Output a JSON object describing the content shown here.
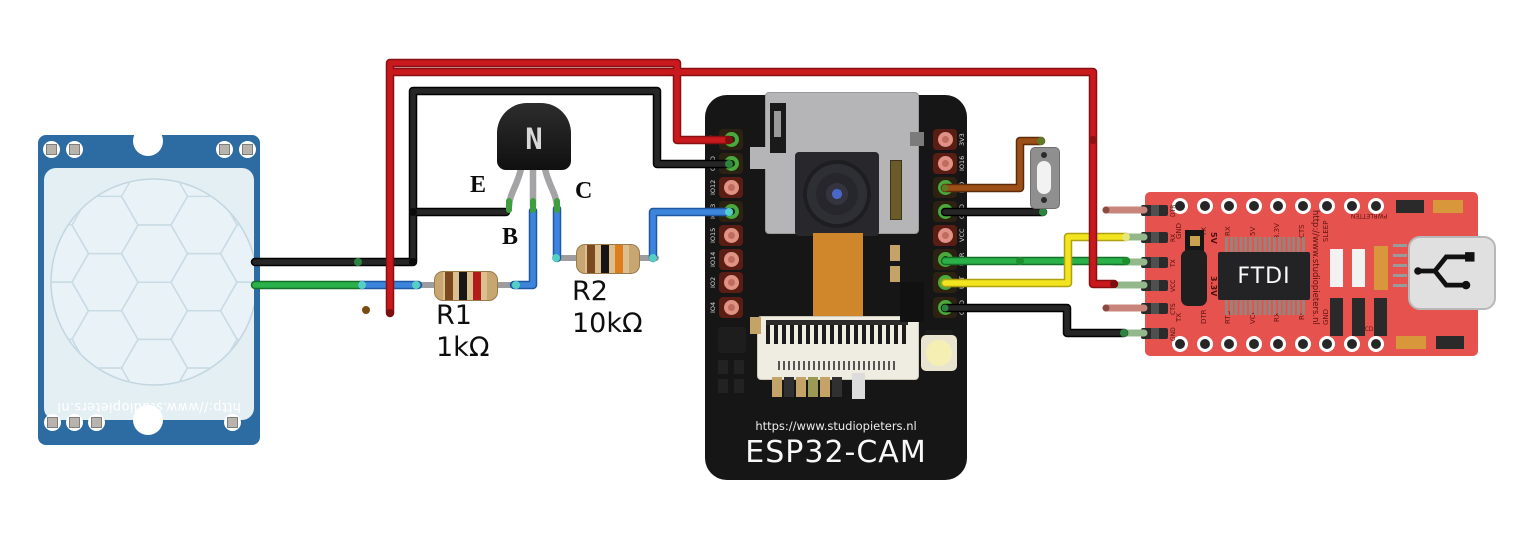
{
  "colors": {
    "wire_red": "#c9191c",
    "wire_black": "#262626",
    "wire_green": "#2bb14a",
    "wire_blue": "#3d85dc",
    "wire_yellow": "#f2e41f",
    "wire_brown": "#9c4f17",
    "pir_board": "#2d6ca3",
    "esp32_board": "#161616",
    "ftdi_board": "#e6534f"
  },
  "pir": {
    "url_label": "http://www.studiopieters.nl"
  },
  "transistor": {
    "marking": "N",
    "labels": {
      "emitter": "E",
      "base": "B",
      "collector": "C"
    }
  },
  "resistors": {
    "r1": {
      "name": "R1",
      "value": "1kΩ",
      "bands": [
        "brown",
        "black",
        "red"
      ]
    },
    "r2": {
      "name": "R2",
      "value": "10kΩ",
      "bands": [
        "brown",
        "black",
        "orange"
      ]
    }
  },
  "esp32": {
    "name": "ESP32-CAM",
    "url_label": "https://www.studiopieters.nl",
    "left_pin_labels": [
      "5V",
      "GND",
      "IO12",
      "IO13",
      "IO15",
      "IO14",
      "IO2",
      "IO4"
    ],
    "right_pin_labels": [
      "3V3",
      "IO16",
      "IO0",
      "GND",
      "VCC",
      "U0R",
      "U0T",
      "GND"
    ]
  },
  "ftdi": {
    "chip_label": "FTDI",
    "url_label": "http://www.studiopieters.nl",
    "jumper": {
      "v5": "5V",
      "v33": "3.3V"
    },
    "header_labels": [
      "DTR",
      "RX",
      "TX",
      "VCC",
      "CTS",
      "GND"
    ],
    "top_hole_labels": [
      "GND",
      "TX",
      "RX",
      "5V",
      "3.3V",
      "CTS",
      "SLEEP"
    ],
    "top_right_label": "PWRLETTEN",
    "bottom_hole_labels": [
      "TX",
      "DTR",
      "RTS",
      "VCC",
      "RX",
      "RI",
      "GND"
    ],
    "bottom_right_label": "DCDRSD"
  },
  "wires": [
    {
      "color": "black",
      "from": "PIR GND",
      "to": "transistor E and ESP32 GND"
    },
    {
      "color": "green-blue",
      "from": "PIR OUT",
      "to": "R1 to transistor B"
    },
    {
      "color": "red",
      "from": "PIR VCC",
      "to": "5V rail to ESP32 5V and FTDI VCC"
    },
    {
      "color": "blue",
      "from": "transistor C",
      "to": "R2 to ESP32 IO13"
    },
    {
      "color": "brown",
      "from": "ESP32 IO0",
      "to": "push button"
    },
    {
      "color": "black",
      "from": "push button",
      "to": "ESP32 GND"
    },
    {
      "color": "green",
      "from": "ESP32 U0R",
      "to": "FTDI TX"
    },
    {
      "color": "yellow",
      "from": "ESP32 U0T",
      "to": "FTDI RX"
    },
    {
      "color": "black",
      "from": "ESP32 GND",
      "to": "FTDI GND"
    }
  ]
}
